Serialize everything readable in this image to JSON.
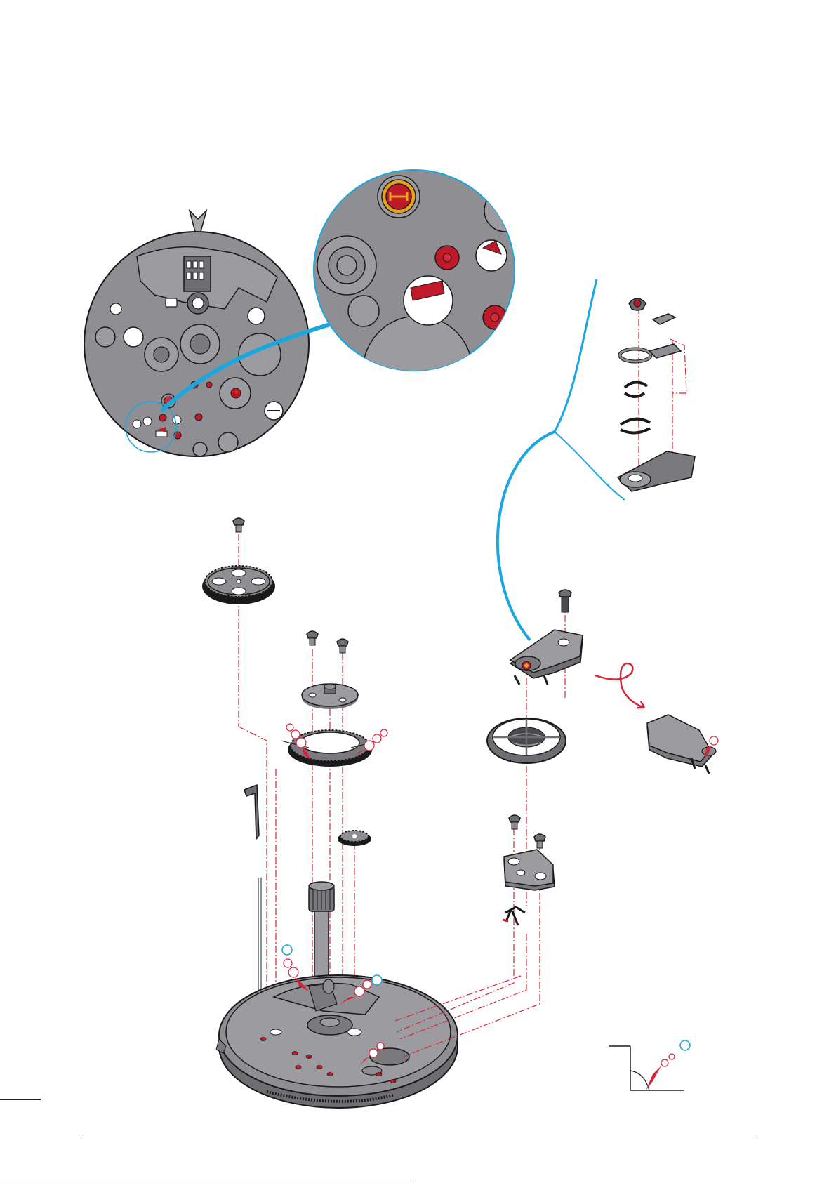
{
  "document": {
    "footer_text": ""
  },
  "colors": {
    "plate": "#8f8f93",
    "plate_dark": "#6e6e72",
    "outline": "#1a1a1a",
    "ruby": "#c01a2a",
    "oil_red": "#d42a3c",
    "guide_red": "#d8233a",
    "callout_blue": "#1aa7e0",
    "gold": "#e8a21a"
  },
  "icons": [
    "movement-plate",
    "magnified-detail",
    "balance-cock",
    "balance-wheel",
    "gear-wheel",
    "screw",
    "oil-drop",
    "lubrication-zone",
    "allen-key",
    "rotation-arrow"
  ]
}
